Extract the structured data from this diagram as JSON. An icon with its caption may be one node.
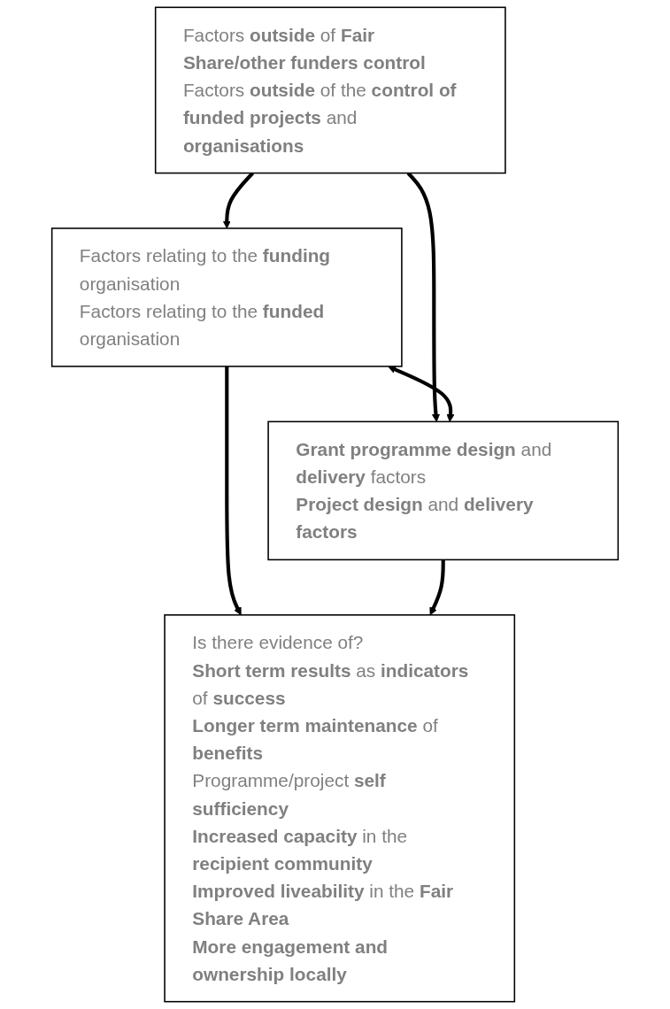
{
  "diagram": {
    "nodes": [
      {
        "text": [
          "Factors **outside** of **Fair Share/other funders control**",
          "Factors **outside** of the **control of funded projects** and **organisations**"
        ]
      },
      {
        "text": [
          "Factors relating to the **funding** organisation",
          "Factors relating to the **funded** organisation"
        ]
      },
      {
        "text": [
          "**Grant programme design** and **delivery** factors",
          "**Project design** and **delivery factors**"
        ]
      },
      {
        "text": [
          "Is there evidence of?",
          "**Short term results** as **indicators** of **success**",
          "**Longer term maintenance** of **benefits**",
          "Programme/project **self sufficiency**",
          "**Increased capacity** in the **recipient community**",
          "**Improved liveability** in the **Fair Share Area**",
          "**More engagement and ownership locally**"
        ]
      }
    ],
    "edges": [
      {
        "from": 0,
        "to": 1,
        "arrow": "to"
      },
      {
        "from": 0,
        "to": 2,
        "arrow": "to"
      },
      {
        "from": 1,
        "to": 2,
        "arrow": "both"
      },
      {
        "from": 1,
        "to": 3,
        "arrow": "to"
      },
      {
        "from": 2,
        "to": 3,
        "arrow": "to"
      }
    ]
  }
}
